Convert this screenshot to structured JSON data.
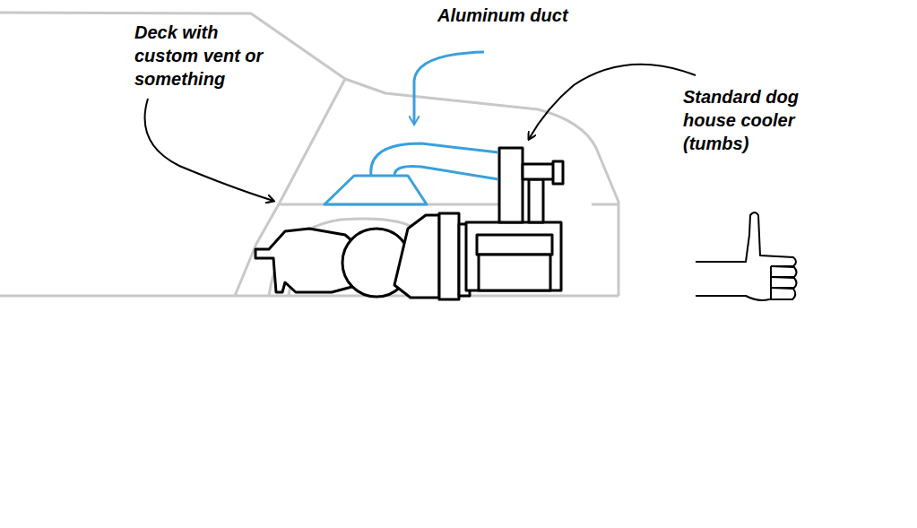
{
  "diagram": {
    "labels": [
      "Aluminum duct",
      "Deck with custom vent or something",
      "Standard dog house cooler (tumbs)"
    ]
  }
}
